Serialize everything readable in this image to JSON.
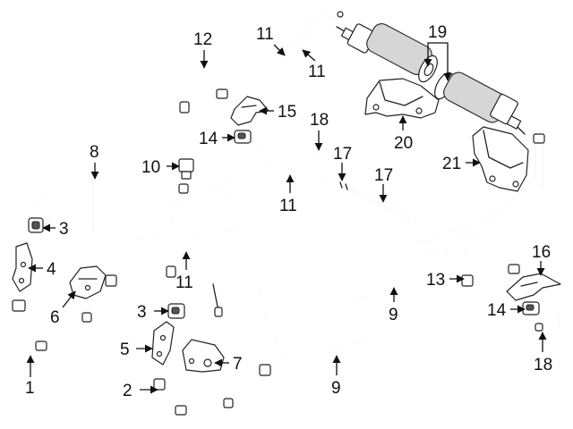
{
  "callouts": {
    "c1": "1",
    "c2": "2",
    "c3a": "3",
    "c3b": "3",
    "c4": "4",
    "c5": "5",
    "c6": "6",
    "c7": "7",
    "c8": "8",
    "c9a": "9",
    "c9b": "9",
    "c10": "10",
    "c11a": "11",
    "c11b": "11",
    "c11c": "11",
    "c11d": "11",
    "c12": "12",
    "c13": "13",
    "c14a": "14",
    "c14b": "14",
    "c15": "15",
    "c16": "16",
    "c17a": "17",
    "c17b": "17",
    "c18a": "18",
    "c18b": "18",
    "c19": "19",
    "c20": "20",
    "c21": "21"
  }
}
